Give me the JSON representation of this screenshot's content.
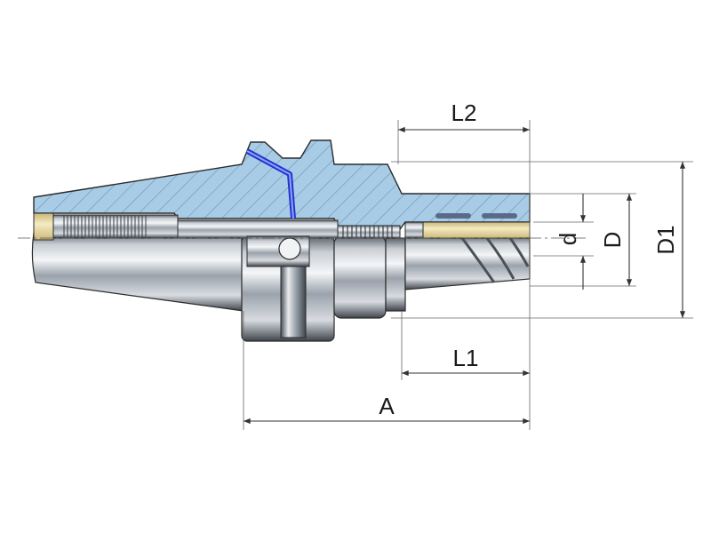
{
  "labels": {
    "l2": "L2",
    "l1": "L1",
    "a": "A",
    "d_small": "d",
    "d_big": "D",
    "d1": "D1"
  },
  "colors": {
    "section_fill": "#a8cbe6",
    "section_outline": "#2b2b2b",
    "hatch": "#6d93b3",
    "steel_light": "#eef1f4",
    "steel_mid": "#aeb5bd",
    "steel_dark": "#4a5058",
    "brass": "#e8d9a0",
    "coolant_channel": "#2233cc",
    "dimension_line": "#333333"
  }
}
